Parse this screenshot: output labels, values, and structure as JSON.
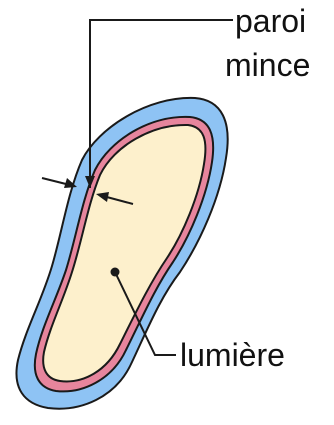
{
  "labels": {
    "wall_line1": "paroi",
    "wall_line2": "mince",
    "lumen": "lumière"
  },
  "colors": {
    "outer_layer": "#8ec3f4",
    "middle_layer": "#e7859d",
    "lumen": "#fdf0cc",
    "outline": "#1a1a1a",
    "text": "#111111"
  }
}
